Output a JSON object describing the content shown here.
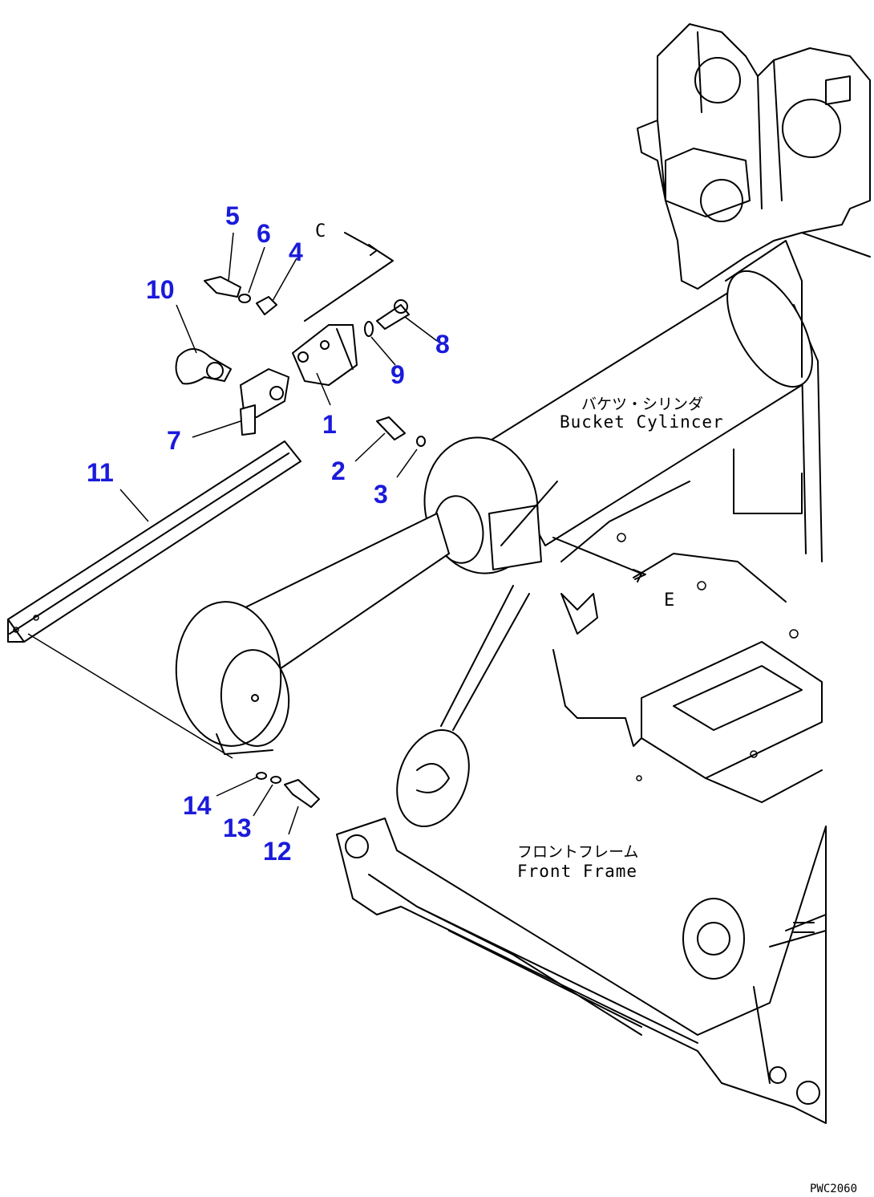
{
  "labels": {
    "bucket_cylinder_jp": "バケツ・シリンダ",
    "bucket_cylinder_en": "Bucket Cylincer",
    "front_frame_jp": "フロントフレーム",
    "front_frame_en": "Front Frame",
    "view_c": "C",
    "view_e": "E",
    "drawing_code": "PWC2060"
  },
  "callouts": [
    "1",
    "2",
    "3",
    "4",
    "5",
    "6",
    "7",
    "8",
    "9",
    "10",
    "11",
    "12",
    "13",
    "14"
  ]
}
